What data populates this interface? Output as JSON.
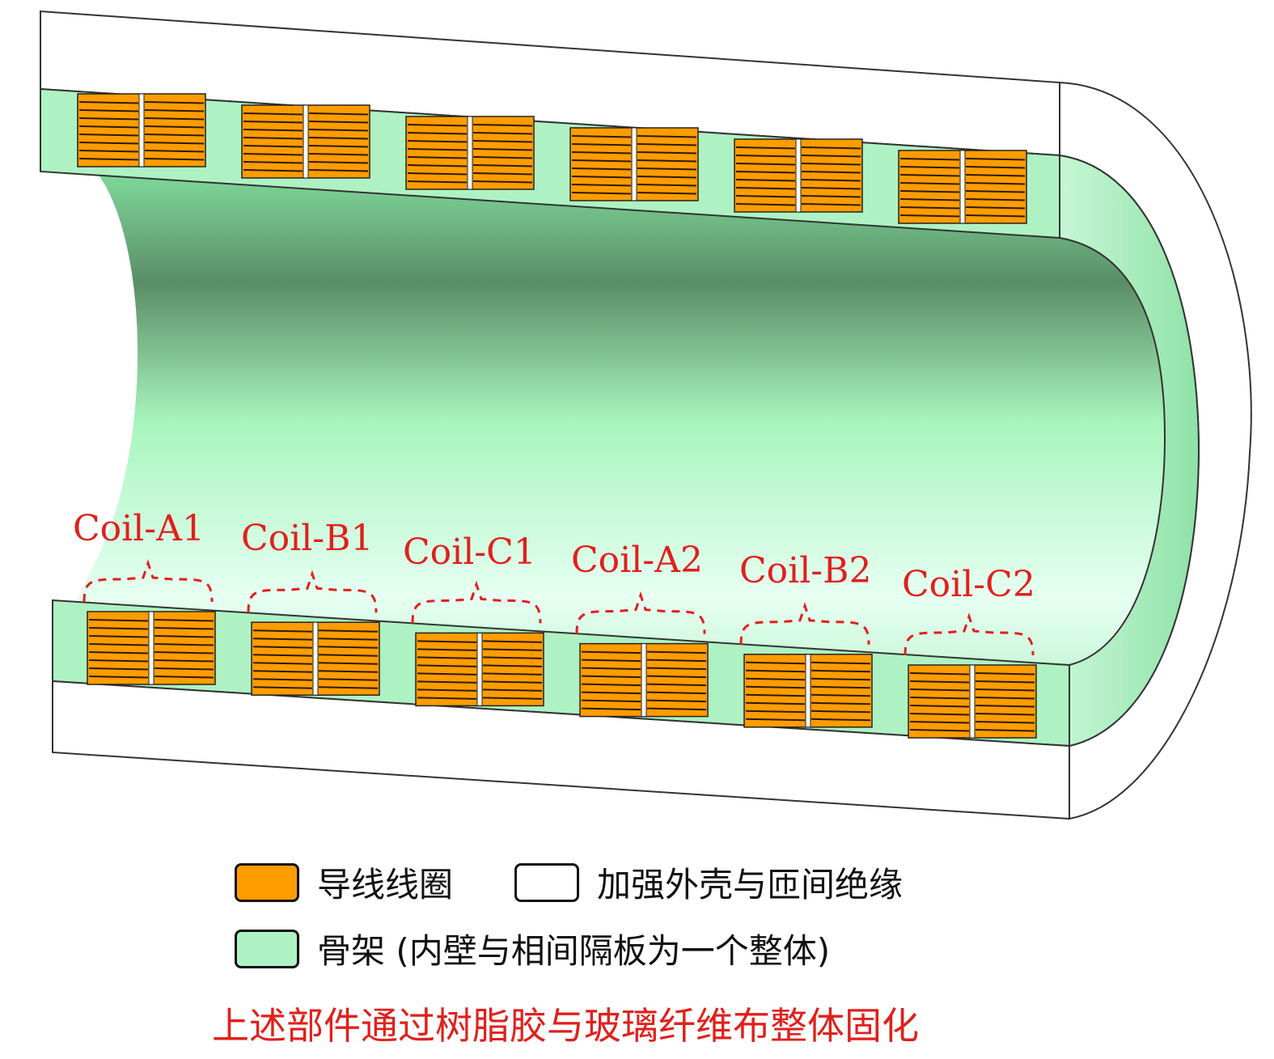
{
  "colors": {
    "coil": "#ff9c00",
    "frame": "#aef2c4",
    "frame_dark": "#5a8e66",
    "shell": "#ffffff",
    "label": "#e0201c"
  },
  "coils": [
    {
      "name": "Coil-A1"
    },
    {
      "name": "Coil-B1"
    },
    {
      "name": "Coil-C1"
    },
    {
      "name": "Coil-A2"
    },
    {
      "name": "Coil-B2"
    },
    {
      "name": "Coil-C2"
    }
  ],
  "legend": {
    "coil": "导线线圈",
    "shell": "加强外壳与匝间绝缘",
    "frame": "骨架 (内壁与相间隔板为一个整体)"
  },
  "note": "上述部件通过树脂胶与玻璃纤维布整体固化"
}
